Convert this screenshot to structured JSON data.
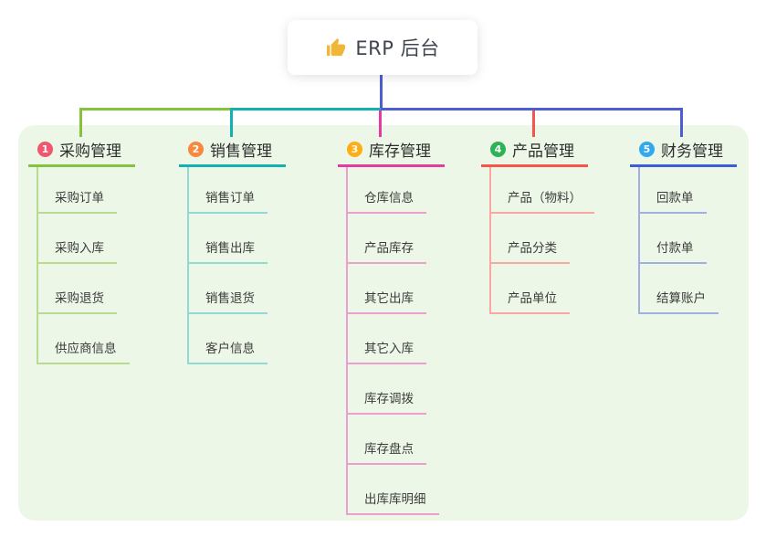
{
  "root": {
    "label": "ERP 后台",
    "icon": "thumbs-up-icon"
  },
  "colors": {
    "panel_bg": "#ecf7e7",
    "root_line": "#4d5ed0",
    "header_text": "#2d2d2d",
    "child_text": "#3c3c3c",
    "thumb_yellow": "#f2b636"
  },
  "branches": [
    {
      "badge": "1",
      "label": "采购管理",
      "color": "#85c23d",
      "badge_color": "#f2566f",
      "child_line_color": "#b9db90",
      "children": [
        "采购订单",
        "采购入库",
        "采购退货",
        "供应商信息"
      ]
    },
    {
      "badge": "2",
      "label": "销售管理",
      "color": "#14b1b0",
      "badge_color": "#f9873e",
      "child_line_color": "#93d8d3",
      "children": [
        "销售订单",
        "销售出库",
        "销售退货",
        "客户信息"
      ]
    },
    {
      "badge": "3",
      "label": "库存管理",
      "color": "#e23ba2",
      "badge_color": "#ffad15",
      "child_line_color": "#ef9ed0",
      "children": [
        "仓库信息",
        "产品库存",
        "其它出库",
        "其它入库",
        "库存调拨",
        "库存盘点",
        "出库库明细"
      ]
    },
    {
      "badge": "4",
      "label": "产品管理",
      "color": "#f4564c",
      "badge_color": "#2db355",
      "child_line_color": "#f8a8a1",
      "children": [
        "产品（物料）",
        "产品分类",
        "产品单位"
      ]
    },
    {
      "badge": "5",
      "label": "财务管理",
      "color": "#3d5ed2",
      "badge_color": "#30a9ef",
      "child_line_color": "#9fb0e4",
      "children": [
        "回款单",
        "付款单",
        "结算账户"
      ]
    }
  ]
}
